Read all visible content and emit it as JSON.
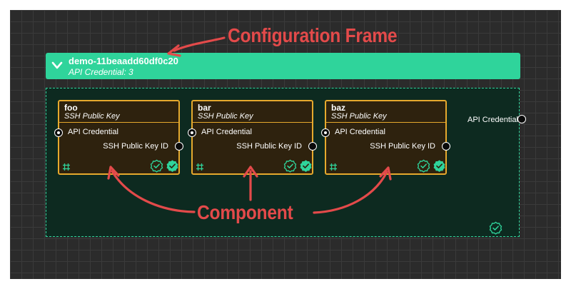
{
  "callouts": {
    "configuration_frame": "Configuration Frame",
    "component": "Component"
  },
  "frame": {
    "title": "demo-11beaadd60df0c20",
    "subtitle": "API Credential: 3",
    "output_label": "API Credential",
    "icons": {
      "collapse": "chevron-down-icon",
      "status": "check-badge-outline-icon"
    }
  },
  "components": [
    {
      "name": "foo",
      "type": "SSH Public Key",
      "input": "API Credential",
      "output": "SSH Public Key ID"
    },
    {
      "name": "bar",
      "type": "SSH Public Key",
      "input": "API Credential",
      "output": "SSH Public Key ID"
    },
    {
      "name": "baz",
      "type": "SSH Public Key",
      "input": "API Credential",
      "output": "SSH Public Key ID"
    }
  ],
  "colors": {
    "background": "#2b2b2b",
    "frame_accent": "#2fd49b",
    "frame_body": "#0d2a20",
    "component_border": "#e6a92d",
    "component_fill": "#2e220e",
    "annotation": "#e34a4a"
  }
}
